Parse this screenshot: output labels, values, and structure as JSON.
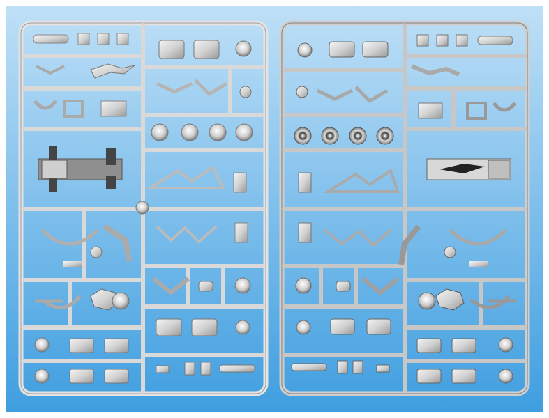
{
  "photo": {
    "subject": "sprue-parts-photo",
    "sprue_text_left_top": "",
    "sprue_text_left_bottom": ""
  },
  "colors": {
    "background_top": "#bfe0f7",
    "background_bottom": "#3f9ee0",
    "sprue_light": "#e9e9e9",
    "sprue_mid": "#c4c4c4",
    "sprue_dark": "#8c8c8c",
    "frame": "#ffffff"
  },
  "icons": [
    "sprue-frame",
    "wheel-part",
    "tank-part",
    "engine-part",
    "chassis-part"
  ]
}
